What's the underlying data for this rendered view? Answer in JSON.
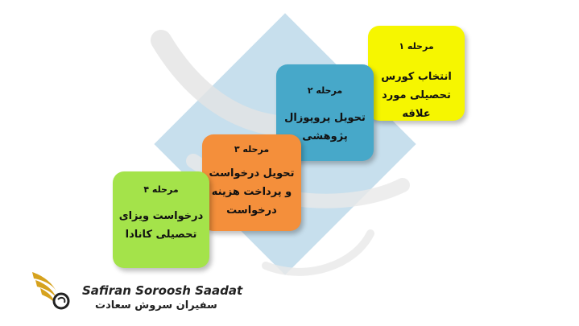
{
  "steps": [
    {
      "stage": "مرحله ۱",
      "text": "انتخاب کورس تحصیلی مورد علاقه"
    },
    {
      "stage": "مرحله ۲",
      "text": "تحویل پروپوزال پژوهشی"
    },
    {
      "stage": "مرحله ۳",
      "text": "تحویل درخواست و پرداخت هزینه درخواست"
    },
    {
      "stage": "مرحله ۴",
      "text": "درخواست ویزای تحصیلی کانادا"
    }
  ],
  "logo": {
    "name_en": "Safiran Soroosh Saadat",
    "name_fa": "سفیران سروش سعادت"
  },
  "colors": {
    "step1": "#f6f600",
    "step2": "#47a8c9",
    "step3": "#f48f3b",
    "step4": "#a4e34a",
    "diamond": "#bdd9ea",
    "logo_gold": "#d6a21e"
  }
}
